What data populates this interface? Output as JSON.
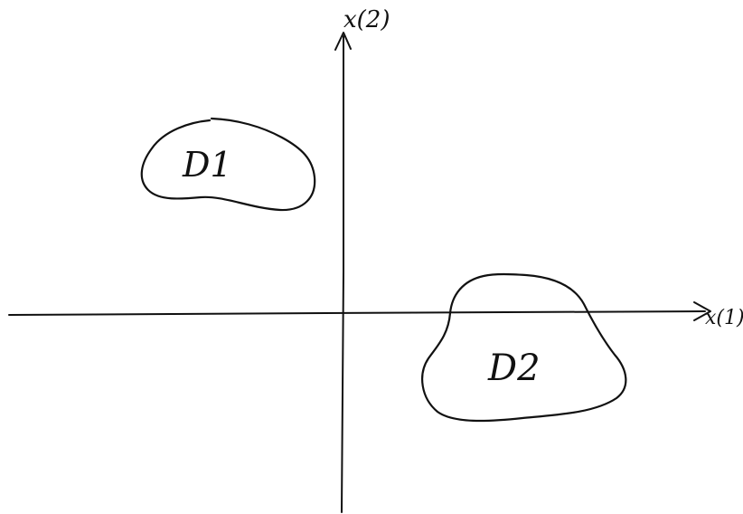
{
  "diagram": {
    "axis_x_label": "x(1)",
    "axis_y_label": "x(2)",
    "region_1_label": "D1",
    "region_2_label": "D2"
  },
  "colors": {
    "ink": "#111111",
    "background": "#ffffff"
  }
}
